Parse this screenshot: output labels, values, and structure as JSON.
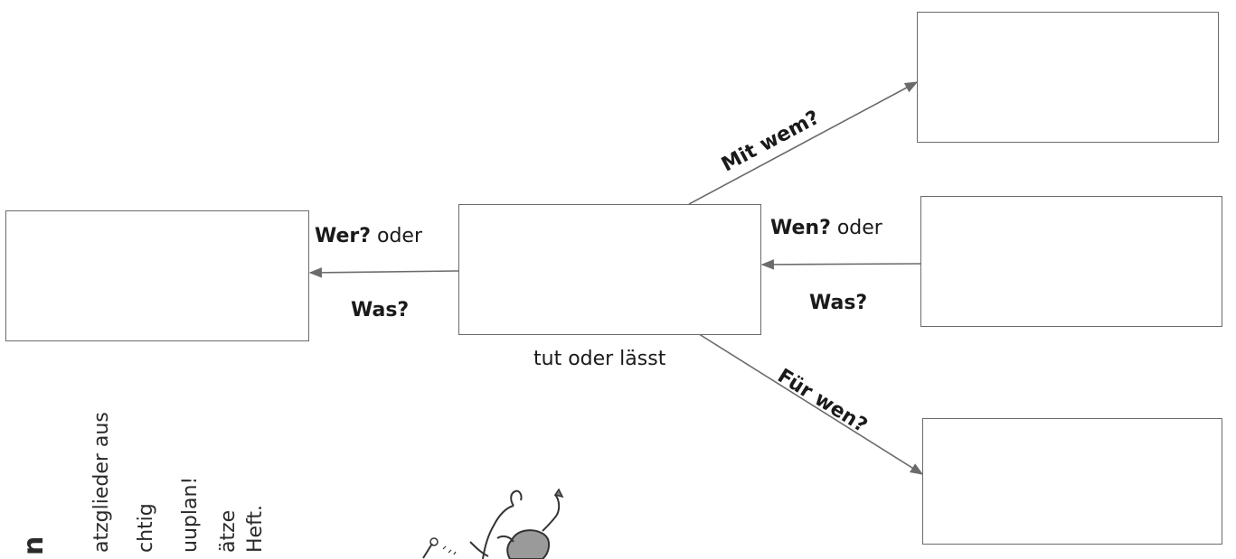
{
  "diagram": {
    "boxes": {
      "left": "",
      "center": "",
      "right_top": "",
      "right_middle": "",
      "right_bottom": ""
    },
    "labels": {
      "wer_bold": "Wer?",
      "wer_rest": " oder",
      "was_left": "Was?",
      "wen_bold": "Wen?",
      "wen_rest": " oder",
      "was_right": "Was?",
      "tut": "tut oder lässt",
      "mit_wem": "Mit wem?",
      "fuer_wen": "Für wen?"
    }
  },
  "side_text": {
    "lines": [
      "atzglieder aus",
      "chtig",
      "uuplan!",
      "ätze",
      "Heft."
    ],
    "heading_fragment": "n"
  },
  "colors": {
    "arrow": "#6b6b6b",
    "box_border": "#6b6b6b",
    "text": "#1a1a1a"
  }
}
